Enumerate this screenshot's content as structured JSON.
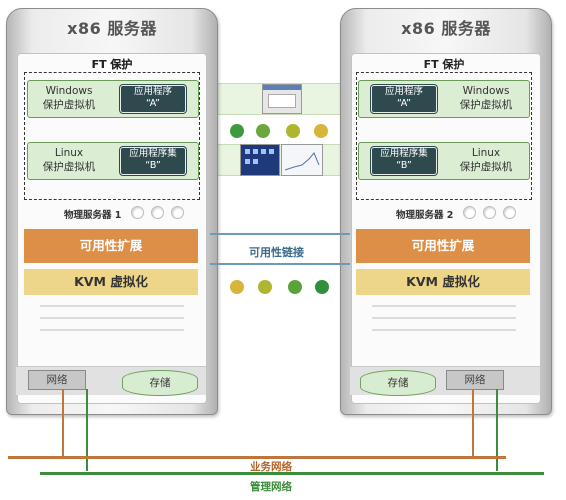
{
  "server_left": {
    "title": "x86 服务器",
    "ft_label": "FT 保护",
    "vm_a": {
      "os_line1": "Windows",
      "os_line2": "保护虚拟机",
      "app_line1": "应用程序",
      "app_line2": "“A”"
    },
    "vm_b": {
      "os_line1": "Linux",
      "os_line2": "保护虚拟机",
      "app_line1": "应用程序集",
      "app_line2": "“B”"
    },
    "physical_label": "物理服务器 1",
    "ha_label": "可用性扩展",
    "kvm_label": "KVM 虚拟化",
    "network_label": "网络",
    "storage_label": "存储"
  },
  "server_right": {
    "title": "x86 服务器",
    "ft_label": "FT 保护",
    "vm_a": {
      "os_line1": "Windows",
      "os_line2": "保护虚拟机",
      "app_line1": "应用程序",
      "app_line2": "“A”"
    },
    "vm_b": {
      "os_line1": "Linux",
      "os_line2": "保护虚拟机",
      "app_line1": "应用程序集",
      "app_line2": "“B”"
    },
    "physical_label": "物理服务器 2",
    "ha_label": "可用性扩展",
    "kvm_label": "KVM 虚拟化",
    "network_label": "网络",
    "storage_label": "存储"
  },
  "link_label": "可用性链接",
  "business_network_label": "业务网络",
  "management_network_label": "管理网络",
  "colors": {
    "green_dot": "#3e9a3e",
    "olive_dot": "#aeb52e",
    "yellow_dot": "#d8b43a",
    "business_line": "#c0763a",
    "management_line": "#3c8c3c",
    "link_line": "#6d9ab8"
  }
}
